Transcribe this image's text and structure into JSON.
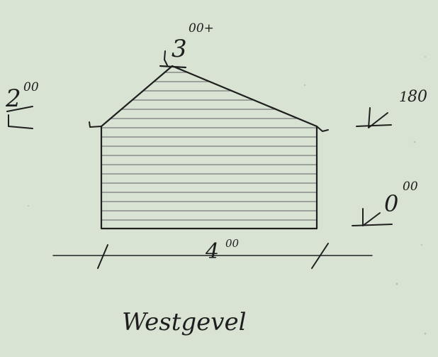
{
  "diagram": {
    "title": "Westgevel",
    "levels": {
      "ridge": {
        "value": "3",
        "sup": "00+"
      },
      "left_eave": {
        "value": "2",
        "sup": "00"
      },
      "right_eave": {
        "value": "1",
        "sup": "80"
      },
      "ground": {
        "value": "0",
        "sup": "00"
      }
    },
    "width_dim": {
      "value": "4",
      "sup": "00"
    }
  },
  "colors": {
    "paper": "#d9e3d3",
    "ink": "#1f1f1f",
    "hatch": "#7a7a7a"
  }
}
